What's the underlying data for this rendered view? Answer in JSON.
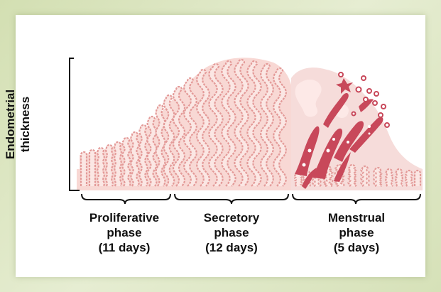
{
  "axis": {
    "y_label_line1": "Endometrial",
    "y_label_line2": "thickness"
  },
  "phases": [
    {
      "name": "Proliferative",
      "word": "phase",
      "duration": "(11 days)"
    },
    {
      "name": "Secretory",
      "word": "phase",
      "duration": "(12 days)"
    },
    {
      "name": "Menstrual",
      "word": "phase",
      "duration": "(5 days)"
    }
  ],
  "colors": {
    "background": "#dfe8c8",
    "panel": "#ffffff",
    "tissue_fill": "#f8d8d4",
    "gland_outline": "#e39a98",
    "blood": "#c8485a",
    "axis": "#111111"
  }
}
